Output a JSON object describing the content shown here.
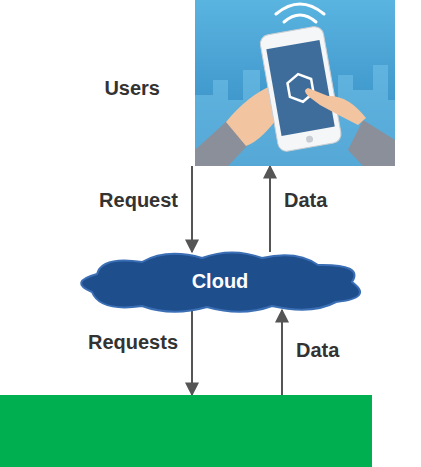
{
  "diagram": {
    "nodes": [
      {
        "text": [
          "Users"
        ]
      },
      {
        "text": [
          "Cloud"
        ]
      },
      {
        "text": []
      }
    ],
    "edges": [
      {
        "from": 0,
        "to": 1,
        "arrow": "to",
        "label": "Request"
      },
      {
        "from": 1,
        "to": 0,
        "arrow": "to",
        "label": "Data"
      },
      {
        "from": 1,
        "to": 2,
        "arrow": "to",
        "label": "Requests"
      },
      {
        "from": 2,
        "to": 1,
        "arrow": "to",
        "label": "Data"
      }
    ]
  }
}
